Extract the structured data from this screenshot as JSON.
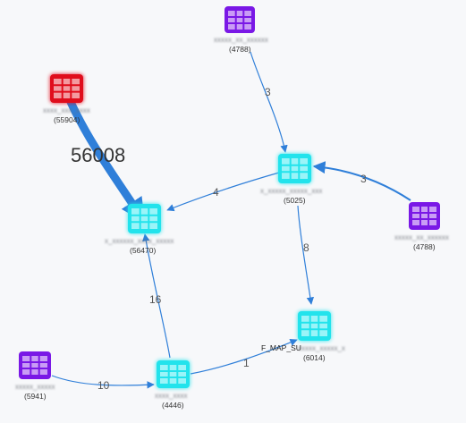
{
  "colors": {
    "cyan": "#22e3ec",
    "purple": "#7a18e6",
    "red": "#e0101b",
    "edge": "#2f7fd9"
  },
  "nodes": [
    {
      "id": "n-top-purple",
      "color": "purple",
      "icon": "table-icon",
      "count": "(4788)"
    },
    {
      "id": "n-red",
      "color": "red",
      "icon": "table-icon",
      "count": "(55904)"
    },
    {
      "id": "n-cyan-center",
      "color": "cyan",
      "icon": "table-icon",
      "count": "(5025)"
    },
    {
      "id": "n-cyan-left",
      "color": "cyan",
      "icon": "table-icon",
      "count": "(56470)"
    },
    {
      "id": "n-right-purple",
      "color": "purple",
      "icon": "table-icon",
      "count": "(4788)"
    },
    {
      "id": "n-cyan-bottomright",
      "color": "cyan",
      "icon": "table-icon",
      "count": "(6014)",
      "label": "F_MAP_SU"
    },
    {
      "id": "n-bottom-purple",
      "color": "purple",
      "icon": "table-icon",
      "count": "(5941)"
    },
    {
      "id": "n-cyan-bottom",
      "color": "cyan",
      "icon": "table-icon",
      "count": "(4446)"
    }
  ],
  "edges": [
    {
      "from": "n-top-purple",
      "to": "n-cyan-center",
      "label": "3"
    },
    {
      "from": "n-red",
      "to": "n-cyan-left",
      "label": "56008"
    },
    {
      "from": "n-cyan-center",
      "to": "n-cyan-left",
      "label": "4"
    },
    {
      "from": "n-right-purple",
      "to": "n-cyan-center",
      "label": "3"
    },
    {
      "from": "n-cyan-center",
      "to": "n-cyan-bottomright",
      "label": "8"
    },
    {
      "from": "n-cyan-bottom",
      "to": "n-cyan-left",
      "label": "16"
    },
    {
      "from": "n-cyan-bottom",
      "to": "n-cyan-bottomright",
      "label": "1"
    },
    {
      "from": "n-bottom-purple",
      "to": "n-cyan-bottom",
      "label": "10"
    }
  ]
}
